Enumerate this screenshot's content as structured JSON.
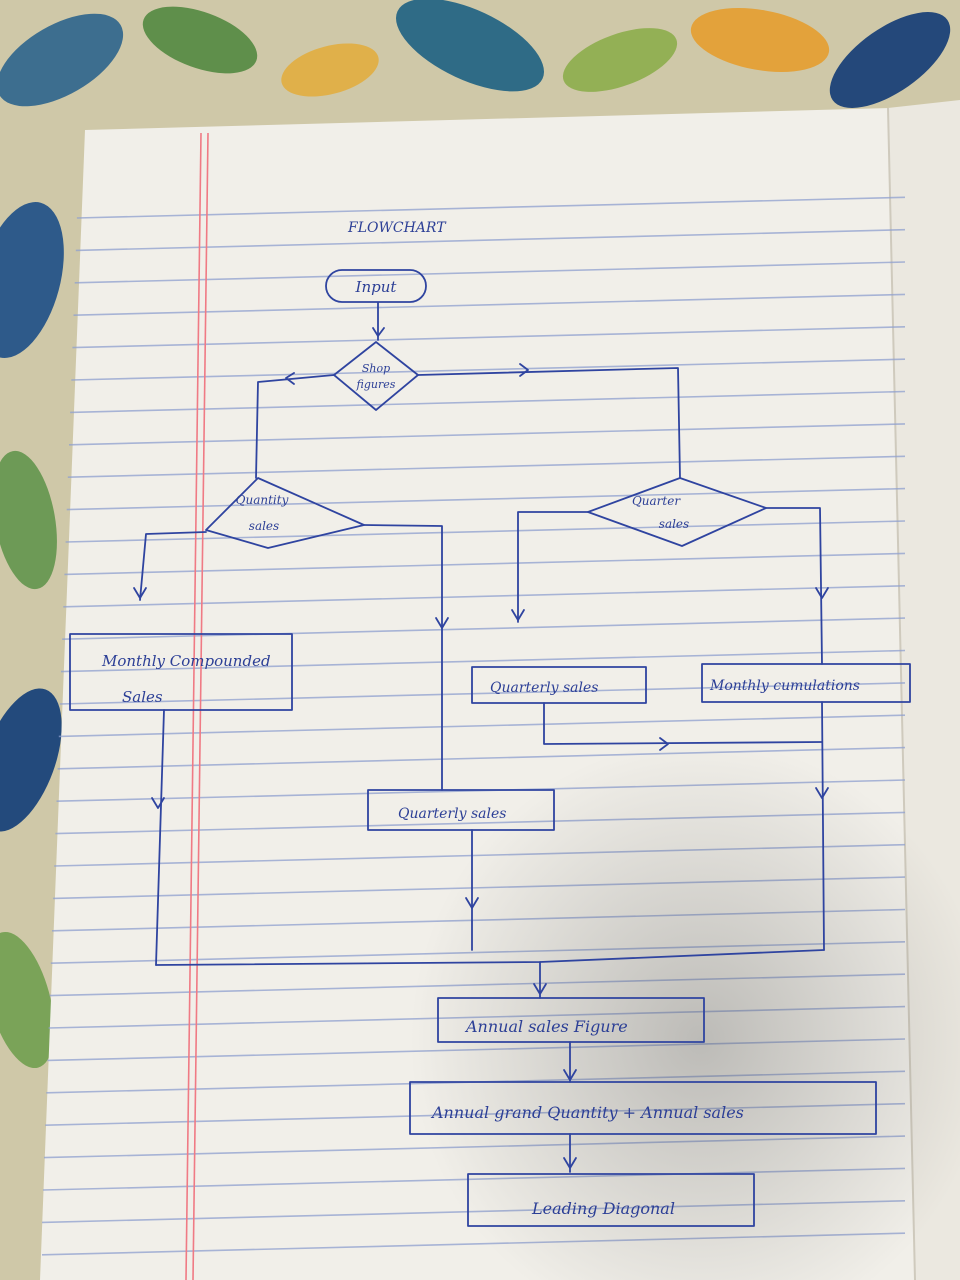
{
  "diagram": {
    "title": "FLOWCHART",
    "nodes": {
      "input": "Input",
      "decision_main": [
        "Shop",
        "figures"
      ],
      "decision_left": [
        "Quantity",
        "sales"
      ],
      "decision_right": [
        "Quarter",
        "sales"
      ],
      "monthly_compounded": [
        "Monthly Compounded",
        "Sales"
      ],
      "quarterly_sales_left": "Quarterly sales",
      "quarterly_sales_right": "Quarterly sales",
      "monthly_cumulative": "Monthly cumulations",
      "annual_sales": "Annual sales Figure",
      "annual_grand": "Annual grand Quantity + Annual sales",
      "leading_diagonal": "Leading Diagonal"
    }
  },
  "colors": {
    "ink": "#2f44a0",
    "paper": "#f1efe9",
    "ruled_line": "#8fa0cf",
    "margin_line": "#f07a84"
  }
}
